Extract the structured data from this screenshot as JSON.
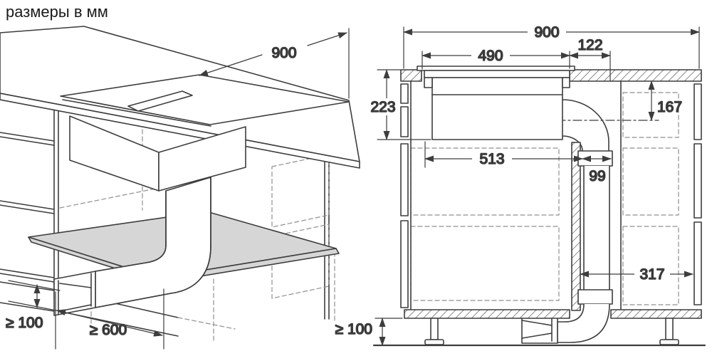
{
  "title": "размеры в мм",
  "units": "мм",
  "perspective_view": {
    "description": "кухонная тумба с варочной панелью и вытяжкой, изометрия",
    "hob_width": "900",
    "plinth_height": "≥ 100",
    "min_depth": "≥ 600"
  },
  "section_view": {
    "description": "разрез шкафа с воздуховодом",
    "total_width": "900",
    "cutout_width": "490",
    "duct_offset": "122",
    "hob_depth": "223",
    "center_drop": "167",
    "inner_width": "513",
    "duct_width": "99",
    "duct_clearance": "317",
    "plinth_height": "≥ 100"
  },
  "colors": {
    "line": "#3d3d3d",
    "hidden_line": "#8f8f8f",
    "shade": "#d6d6d6",
    "background": "#ffffff",
    "text": "#1a1a1a"
  }
}
